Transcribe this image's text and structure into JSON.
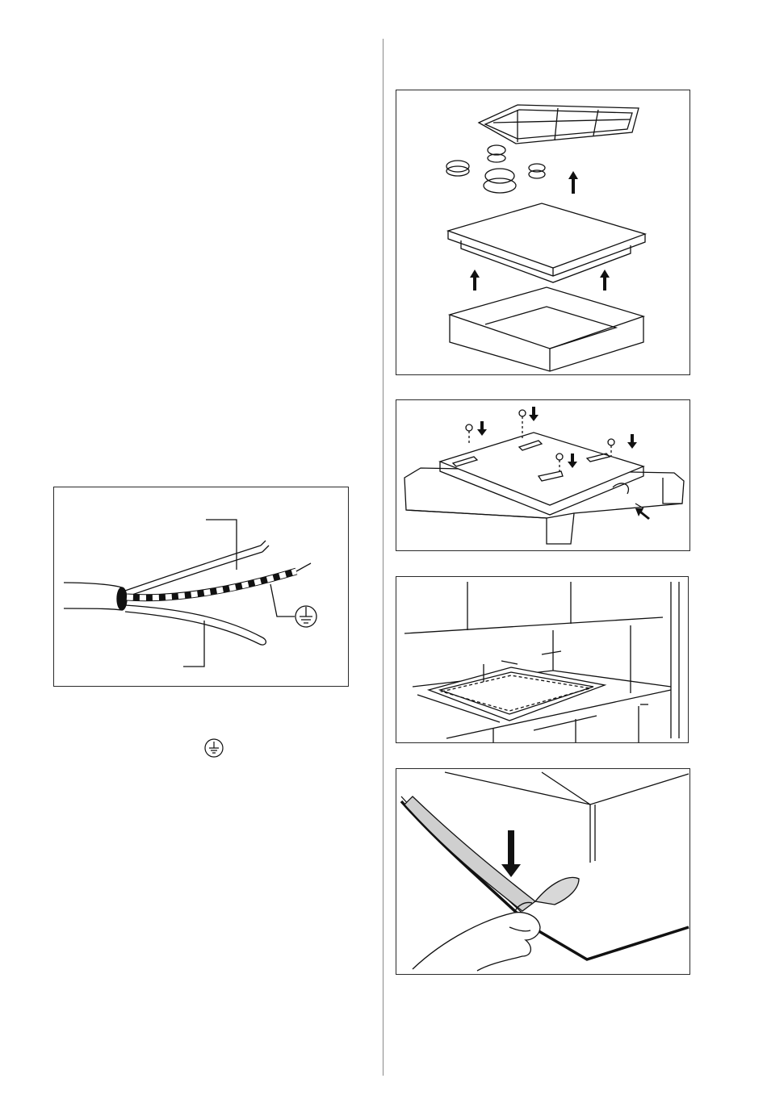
{
  "figures": [
    {
      "id": "fig-cable",
      "icon": "earth-symbol-icon"
    },
    {
      "id": "fig-hob",
      "icon": "hob-exploded-view"
    },
    {
      "id": "fig-frame",
      "icon": "hob-installation-brackets"
    },
    {
      "id": "fig-cutout",
      "icon": "worktop-cutout-dimensions"
    },
    {
      "id": "fig-seal",
      "icon": "seal-strip-application"
    }
  ],
  "inline_symbol": "earth-symbol-icon"
}
